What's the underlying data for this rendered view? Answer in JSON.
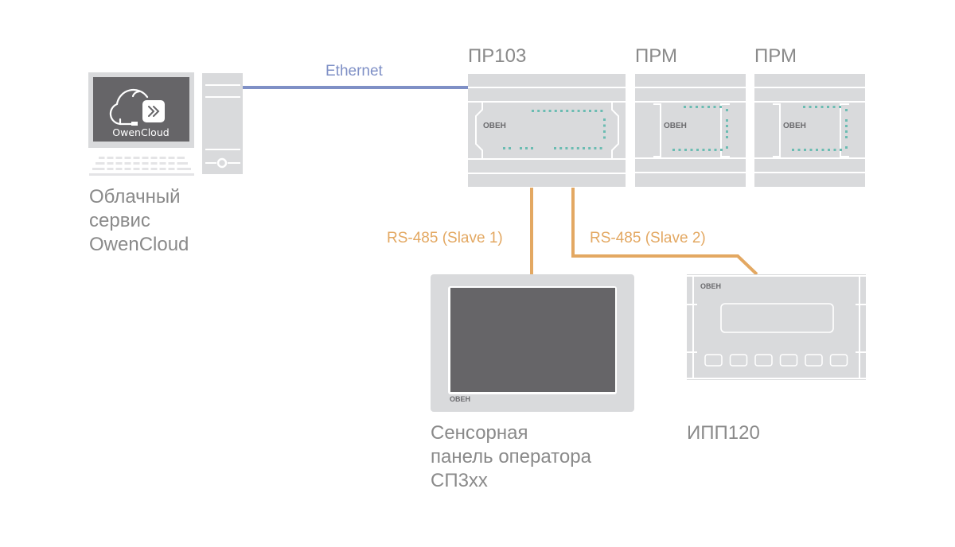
{
  "diagram": {
    "title": "OwenCloud network topology",
    "nodes": [
      {
        "id": "cloud",
        "label": "Облачный\nсервис\nOwenCloud",
        "screen_logo": "OwenCloud",
        "icon": "cloud-forward-icon"
      },
      {
        "id": "pr103",
        "label": "ПР103",
        "brand": "ОВЕН"
      },
      {
        "id": "prm1",
        "label": "ПРМ",
        "brand": "ОВЕН"
      },
      {
        "id": "prm2",
        "label": "ПРМ",
        "brand": "ОВЕН"
      },
      {
        "id": "panel",
        "label": "Сенсорная\nпанель оператора\nСП3xx",
        "brand": "ОВЕН"
      },
      {
        "id": "ipp120",
        "label": "ИПП120",
        "brand": "ОВЕН"
      }
    ],
    "connections": [
      {
        "from": "cloud",
        "to": "pr103",
        "label": "Ethernet",
        "color": "#7f90c6"
      },
      {
        "from": "pr103",
        "to": "panel",
        "label": "RS-485 (Slave 1)",
        "color": "#e3a862"
      },
      {
        "from": "pr103",
        "to": "ipp120",
        "label": "RS-485 (Slave 2)",
        "color": "#e3a862"
      }
    ]
  },
  "colors": {
    "device": "#d9dadc",
    "screen": "#666568",
    "led": "#6bbcb2",
    "text": "#8a8a8a",
    "ethernet": "#7f90c6",
    "rs485": "#e3a862"
  }
}
